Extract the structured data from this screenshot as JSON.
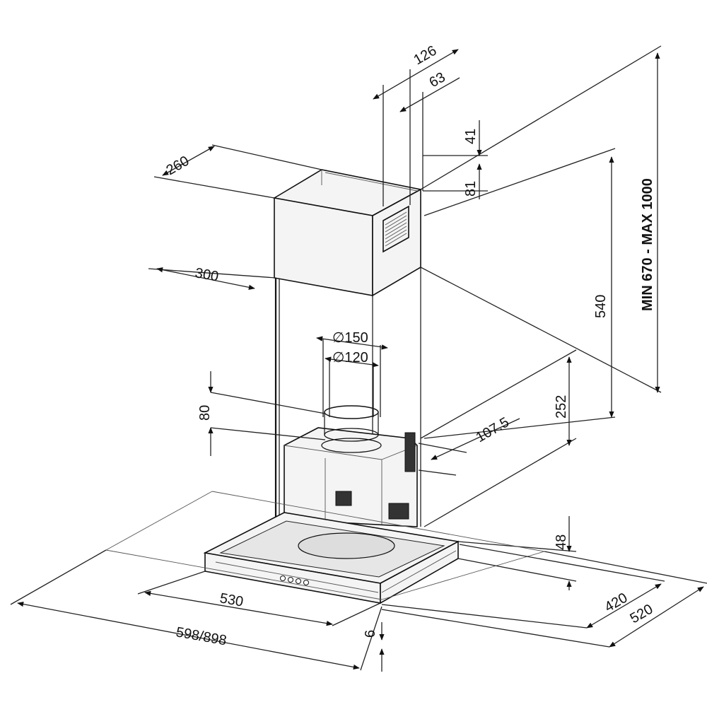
{
  "dimensions": {
    "d126": "126",
    "d63": "63",
    "d41": "41",
    "d81": "81",
    "d260": "260",
    "d300": "300",
    "dMinMax": "MIN  670  -  MAX  1000",
    "d540": "540",
    "d150": "∅150",
    "d120": "∅120",
    "d80": "80",
    "d252": "252",
    "d107": "107.5",
    "d48": "48",
    "d530": "530",
    "d598": "598/898",
    "d6": "6",
    "d420": "420",
    "d520": "520"
  }
}
